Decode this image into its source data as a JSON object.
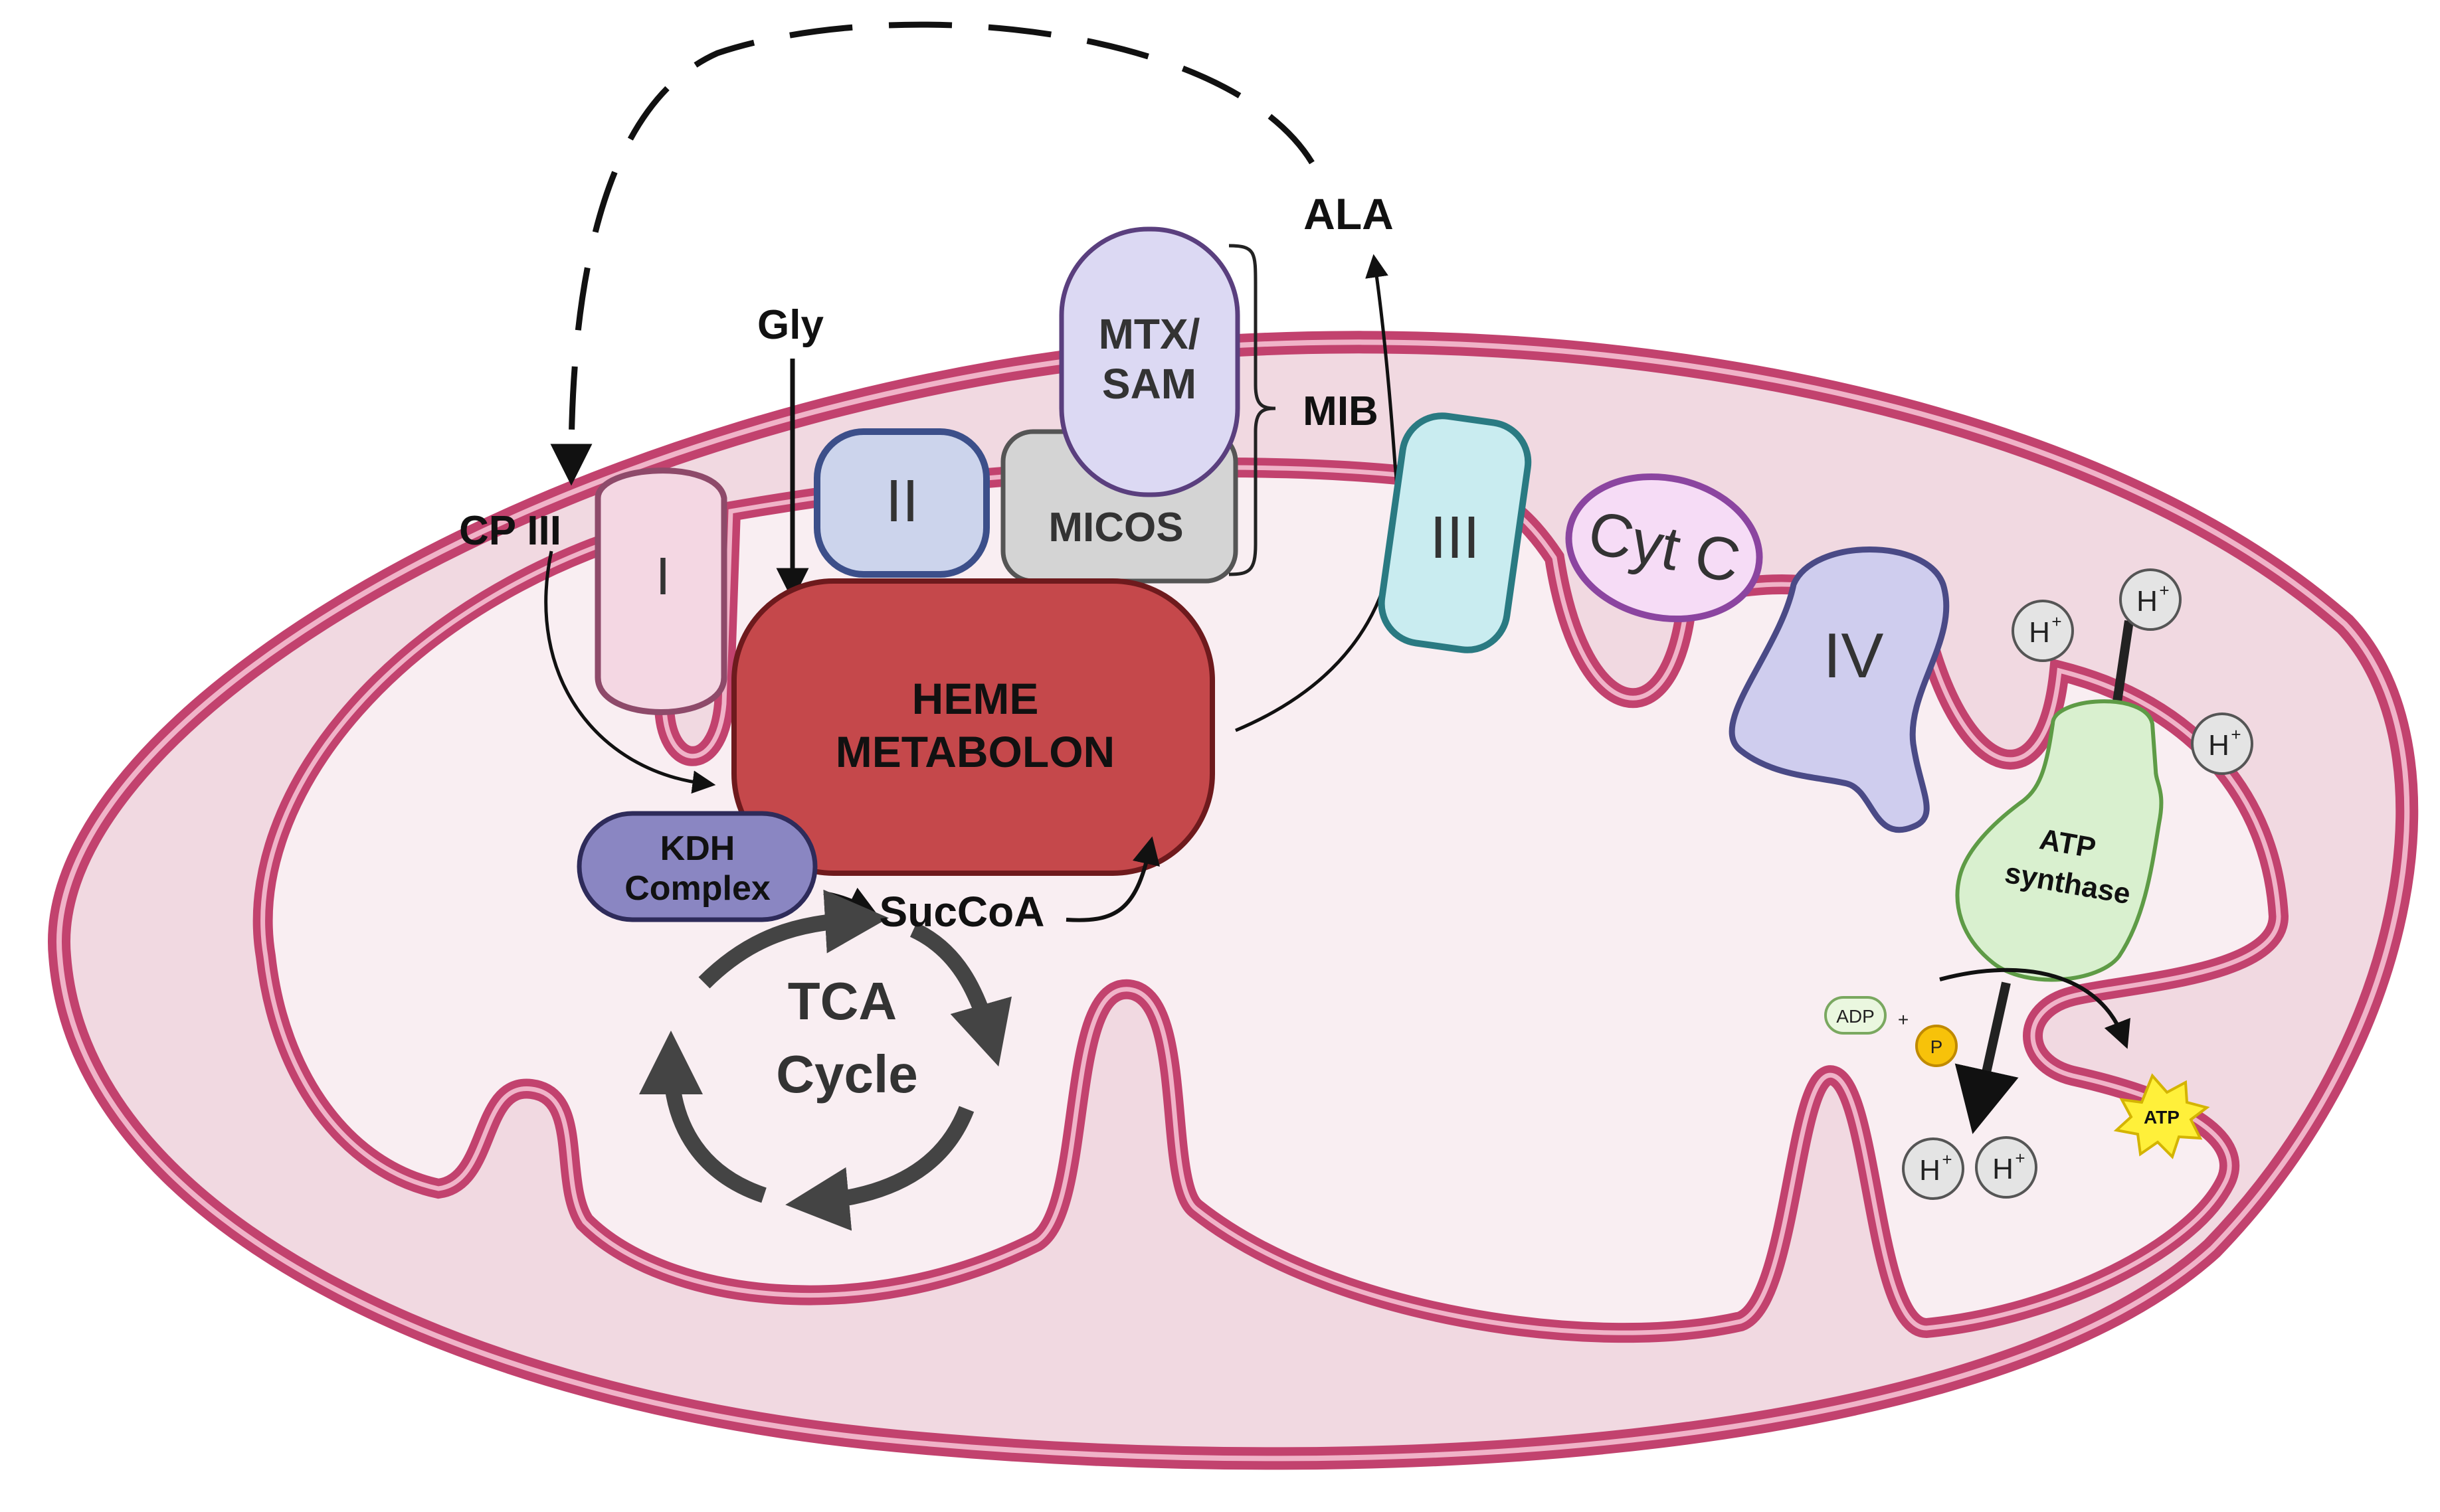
{
  "labels": {
    "ala": "ALA",
    "gly": "Gly",
    "mtx_sam_line1": "MTX/",
    "mtx_sam_line2": "SAM",
    "mib": "MIB",
    "micos": "MICOS",
    "cp3": "CP III",
    "complex1": "I",
    "complex2": "II",
    "complex3": "III",
    "cytc": "Cyt C",
    "complex4": "IV",
    "heme_line1": "HEME",
    "heme_line2": "METABOLON",
    "kdh_line1": "KDH",
    "kdh_line2": "Complex",
    "succoa": "SucCoA",
    "tca_line1": "TCA",
    "tca_line2": "Cycle",
    "atp_synthase_line1": "ATP",
    "atp_synthase_line2": "synthase",
    "adp": "ADP",
    "plus": "+",
    "phosphate": "P",
    "atp": "ATP",
    "h": "H",
    "plus_sup": "+"
  },
  "colors": {
    "membrane": "#c2426e",
    "membrane_light": "#f0b3c8",
    "intermembrane": "#f1d9e1",
    "matrix": "#f9eef2",
    "heme": "#c5484b",
    "heme_border": "#6e1a1d",
    "kdh": "#8a86c2",
    "complex1": "#f4d7e3",
    "complex2": "#ccd4ec",
    "complex3": "#c9ecf0",
    "cytc": "#f6dcf6",
    "complex4": "#cfcdee",
    "mtx_sam": "#dcd9f3",
    "micos": "#d4d4d4",
    "atp_synthase": "#d9f0cf",
    "atp_burst": "#fff03a",
    "tca_arrows": "#444444"
  }
}
